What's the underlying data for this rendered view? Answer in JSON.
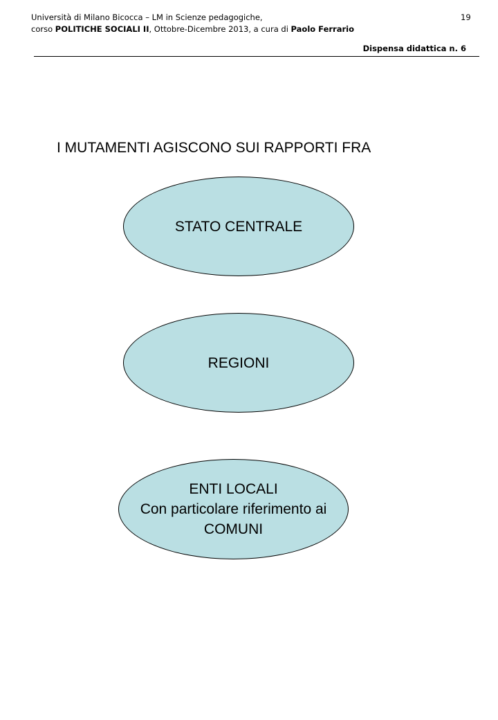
{
  "header": {
    "line1": "Università di Milano Bicocca – LM in Scienze pedagogiche,",
    "line2_pre": "corso ",
    "line2_course": "POLITICHE SOCIALI II",
    "line2_mid": ", Ottobre-Dicembre 2013,  a cura di ",
    "line2_author": "Paolo Ferrario",
    "page_number": "19",
    "dispensa": "Dispensa didattica n. 6"
  },
  "title": "I MUTAMENTI AGISCONO SUI RAPPORTI FRA",
  "ellipses": [
    {
      "lines": [
        "STATO CENTRALE"
      ]
    },
    {
      "lines": [
        "REGIONI"
      ]
    },
    {
      "lines": [
        "ENTI LOCALI",
        "Con particolare riferimento ai",
        "COMUNI"
      ]
    }
  ],
  "colors": {
    "ellipse_fill": "#badfe3"
  }
}
